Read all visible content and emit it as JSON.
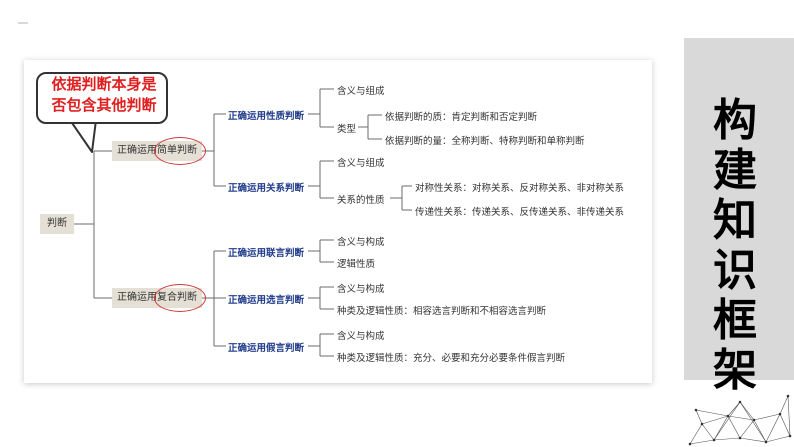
{
  "callout": {
    "text": "依据判断本身是\n否包含其他判断"
  },
  "side_title": [
    "构",
    "建",
    "知",
    "识",
    "框",
    "架"
  ],
  "tree": {
    "root": "判断",
    "simple": {
      "prefix": "正确运用",
      "highlight": "简单判断"
    },
    "compound": {
      "prefix": "正确运用",
      "highlight": "复合判断"
    },
    "nodes": {
      "property": "正确运用性质判断",
      "relation": "正确运用关系判断",
      "conjunctive": "正确运用联言判断",
      "disjunctive": "正确运用选言判断",
      "hypothetical": "正确运用假言判断"
    },
    "leaves": {
      "property_content": "含义与组成",
      "property_types": "类型",
      "property_quality": "依据判断的质：肯定判断和否定判断",
      "property_quantity": "依据判断的量：全称判断、特称判断和单称判断",
      "relation_content": "含义与组成",
      "relation_nature": "关系的性质",
      "relation_symmetric": "对称性关系：对称关系、反对称关系、非对称关系",
      "relation_transitive": "传递性关系：传递关系、反传递关系、非传递关系",
      "conj_meaning": "含义与构成",
      "conj_logic": "逻辑性质",
      "disj_meaning": "含义与构成",
      "disj_types": "种类及逻辑性质：相容选言判断和不相容选言判断",
      "hyp_meaning": "含义与构成",
      "hyp_types": "种类及逻辑性质：充分、必要和充分必要条件假言判断"
    }
  }
}
